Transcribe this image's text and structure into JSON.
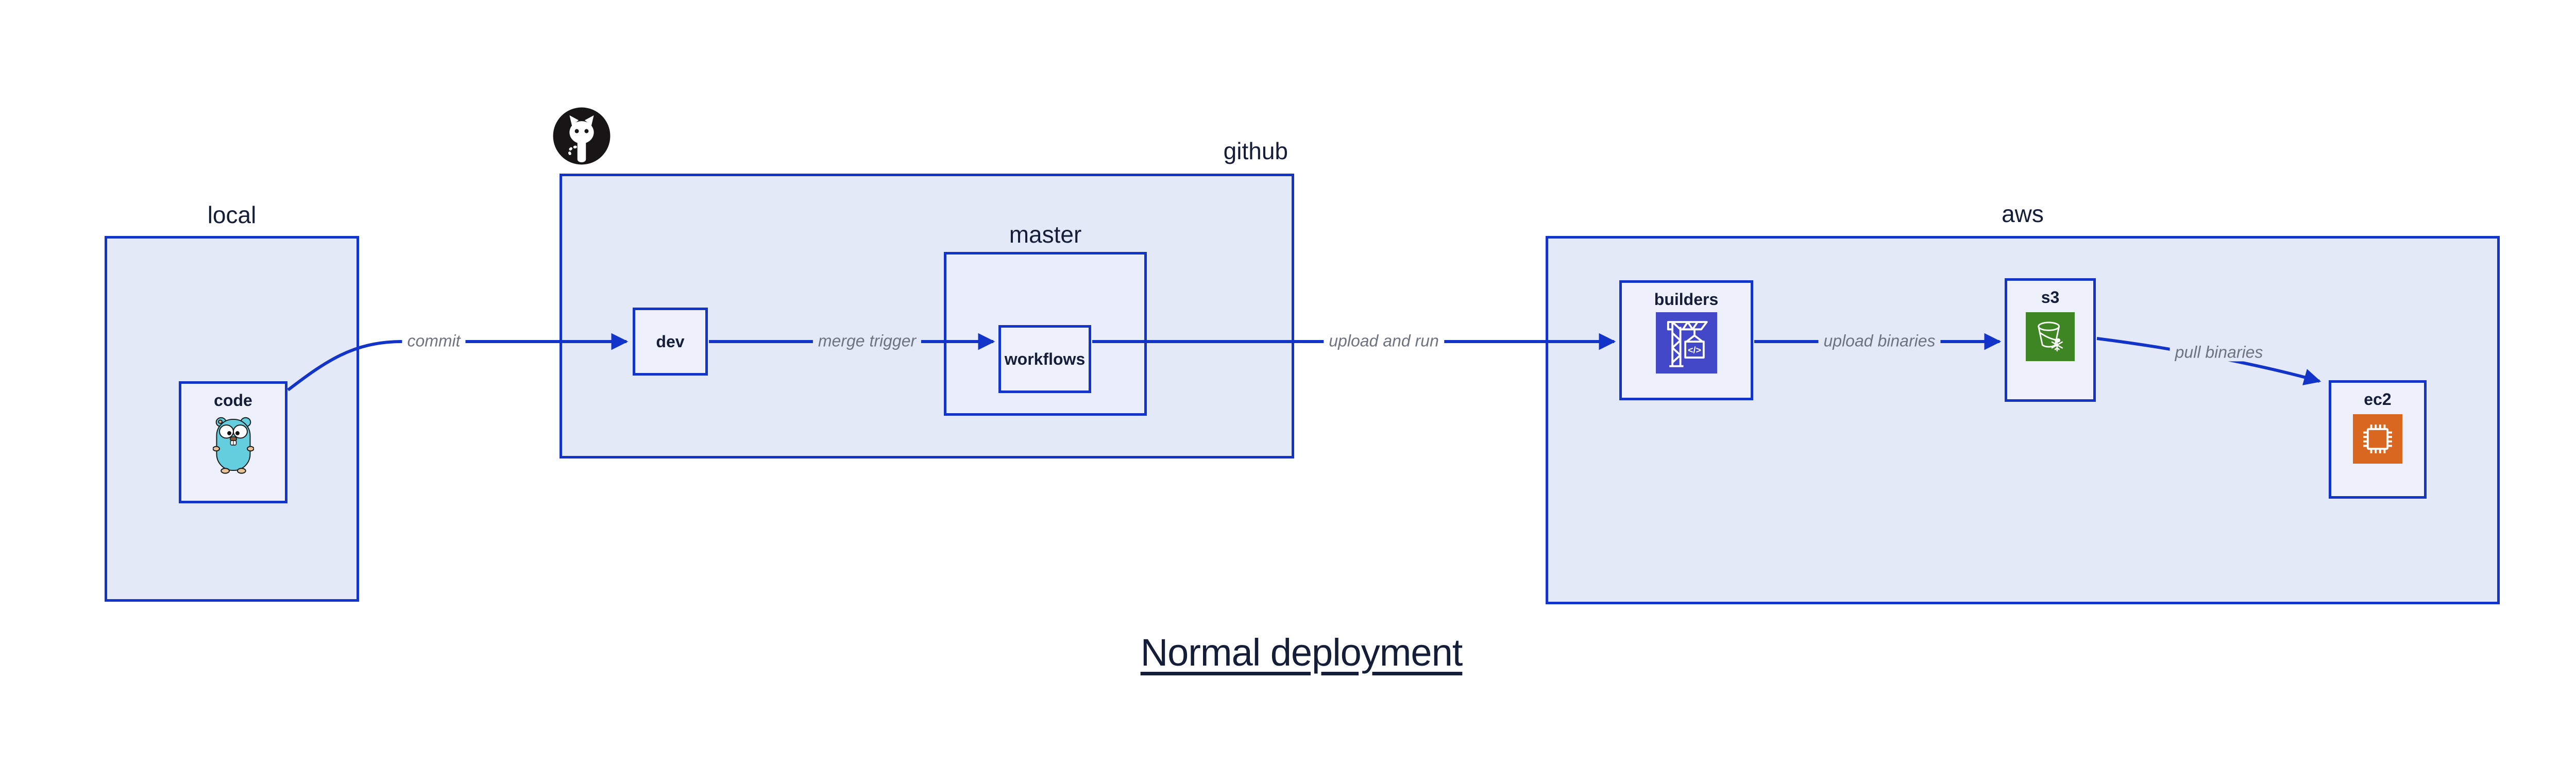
{
  "diagram": {
    "title": "Normal deployment",
    "groups": {
      "local": {
        "label": "local"
      },
      "github": {
        "label": "github"
      },
      "master": {
        "label": "master"
      },
      "aws": {
        "label": "aws"
      }
    },
    "nodes": {
      "code": {
        "label": "code",
        "icon": "go-gopher-icon"
      },
      "dev": {
        "label": "dev"
      },
      "workflows": {
        "label": "workflows"
      },
      "builders": {
        "label": "builders",
        "icon": "codebuild-crane-icon",
        "icon_text": "</>"
      },
      "s3": {
        "label": "s3",
        "icon": "s3-glacier-bucket-icon"
      },
      "ec2": {
        "label": "ec2",
        "icon": "ec2-chip-icon"
      }
    },
    "edges": {
      "commit": {
        "label": "commit",
        "from": "code",
        "to": "dev"
      },
      "merge_trigger": {
        "label": "merge trigger",
        "from": "dev",
        "to": "workflows"
      },
      "upload_and_run": {
        "label": "upload and run",
        "from": "workflows",
        "to": "builders"
      },
      "upload_binaries": {
        "label": "upload binaries",
        "from": "builders",
        "to": "s3"
      },
      "pull_binaries": {
        "label": "pull binaries",
        "from": "s3",
        "to": "ec2"
      }
    },
    "colors": {
      "edge_blue": "#1334c8",
      "group_fill": "#e4e9f8",
      "master_fill": "#eaeefb",
      "node_fill": "#eef1fb",
      "text_navy": "#141e38",
      "edge_label_gray": "#6d7480",
      "codebuild_indigo": "#4348c8",
      "glacier_green": "#3e8624",
      "ec2_orange": "#d9671f",
      "gopher_teal": "#64cedf",
      "github_black": "#171515"
    }
  }
}
